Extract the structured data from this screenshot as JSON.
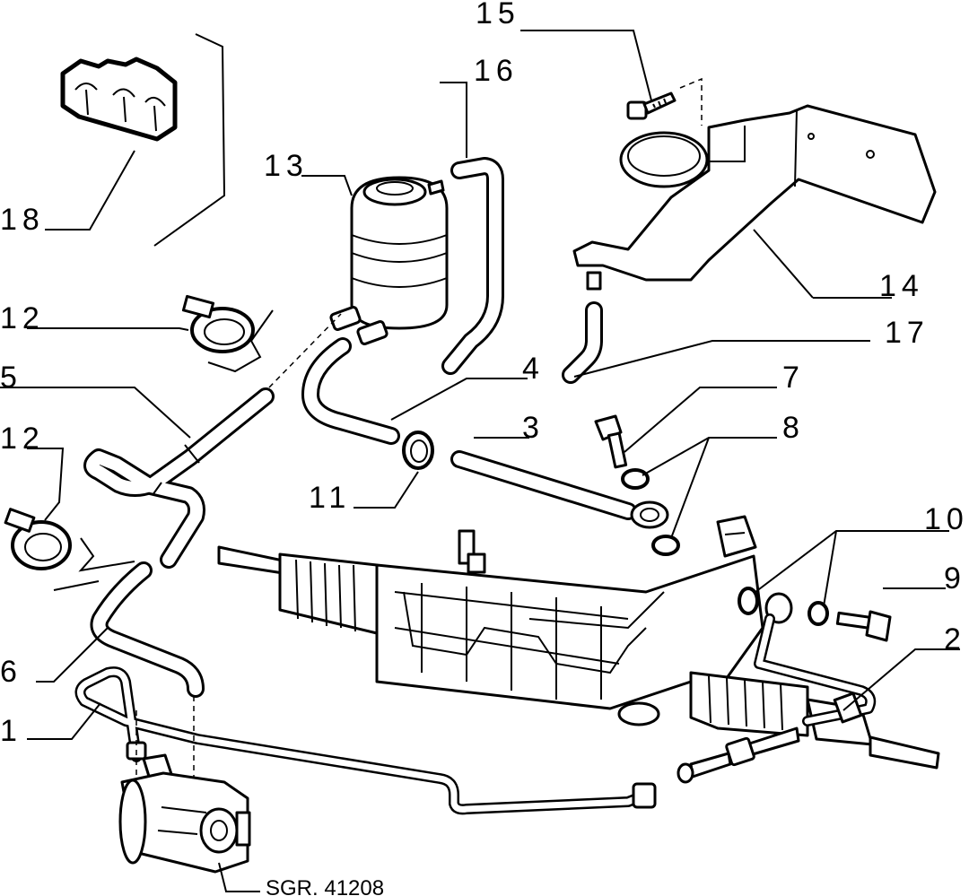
{
  "diagram": {
    "callouts": {
      "c1": "1",
      "c2": "2",
      "c3": "3",
      "c4": "4",
      "c5": "5",
      "c6": "6",
      "c7": "7",
      "c8": "8",
      "c9": "9",
      "c10": "10",
      "c11": "11",
      "c12a": "12",
      "c12b": "12",
      "c13": "13",
      "c14": "14",
      "c15": "15",
      "c16": "16",
      "c17": "17",
      "c18": "18"
    },
    "reference": "SGR. 41208"
  }
}
